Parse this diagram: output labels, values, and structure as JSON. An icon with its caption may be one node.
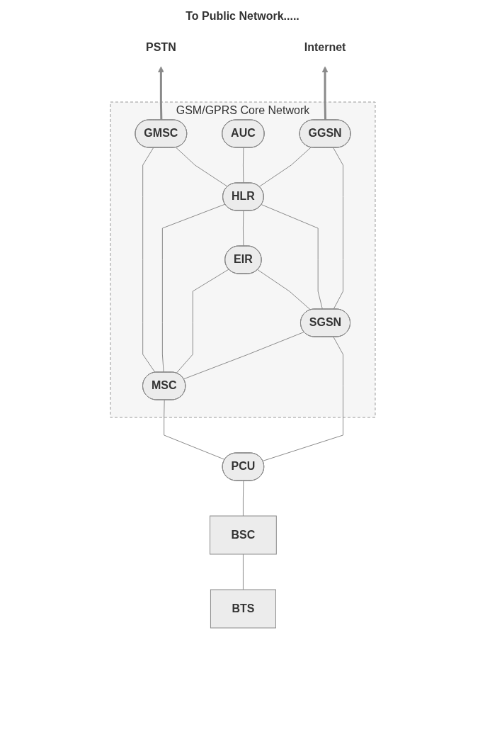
{
  "diagram": {
    "title": "To Public Network.....",
    "nodes": [
      {
        "text": [
          "PSTN"
        ]
      },
      {
        "text": [
          "Internet"
        ]
      },
      {
        "text": [
          "GSM/GPRS Core Network"
        ]
      },
      {
        "text": [
          "GMSC"
        ],
        "in": 2
      },
      {
        "text": [
          "AUC"
        ],
        "in": 2
      },
      {
        "text": [
          "GGSN"
        ],
        "in": 2
      },
      {
        "text": [
          "HLR"
        ],
        "in": 2
      },
      {
        "text": [
          "EIR"
        ],
        "in": 2
      },
      {
        "text": [
          "MSC"
        ],
        "in": 2
      },
      {
        "text": [
          "SGSN"
        ],
        "in": 2
      },
      {
        "text": [
          "PCU"
        ]
      },
      {
        "text": [
          "BSC"
        ]
      },
      {
        "text": [
          "BTS"
        ]
      }
    ],
    "edges": [
      {
        "from": 3,
        "to": 0,
        "arrow": "to",
        "style": "thick"
      },
      {
        "from": 5,
        "to": 1,
        "arrow": "to",
        "style": "thick"
      },
      {
        "from": 8,
        "to": 3,
        "arrow": "none"
      },
      {
        "from": 6,
        "to": 3,
        "arrow": "none"
      },
      {
        "from": 6,
        "to": 4,
        "arrow": "none"
      },
      {
        "from": 6,
        "to": 5,
        "arrow": "none"
      },
      {
        "from": 9,
        "to": 5,
        "arrow": "none"
      },
      {
        "from": 8,
        "to": 6,
        "arrow": "none"
      },
      {
        "from": 7,
        "to": 6,
        "arrow": "none"
      },
      {
        "from": 9,
        "to": 6,
        "arrow": "none"
      },
      {
        "from": 8,
        "to": 7,
        "arrow": "none"
      },
      {
        "from": 9,
        "to": 7,
        "arrow": "none"
      },
      {
        "from": 8,
        "to": 9,
        "arrow": "none"
      },
      {
        "from": 10,
        "to": 8,
        "arrow": "none"
      },
      {
        "from": 10,
        "to": 9,
        "arrow": "none"
      },
      {
        "from": 11,
        "to": 10,
        "arrow": "none"
      },
      {
        "from": 12,
        "to": 11,
        "arrow": "none"
      }
    ]
  }
}
